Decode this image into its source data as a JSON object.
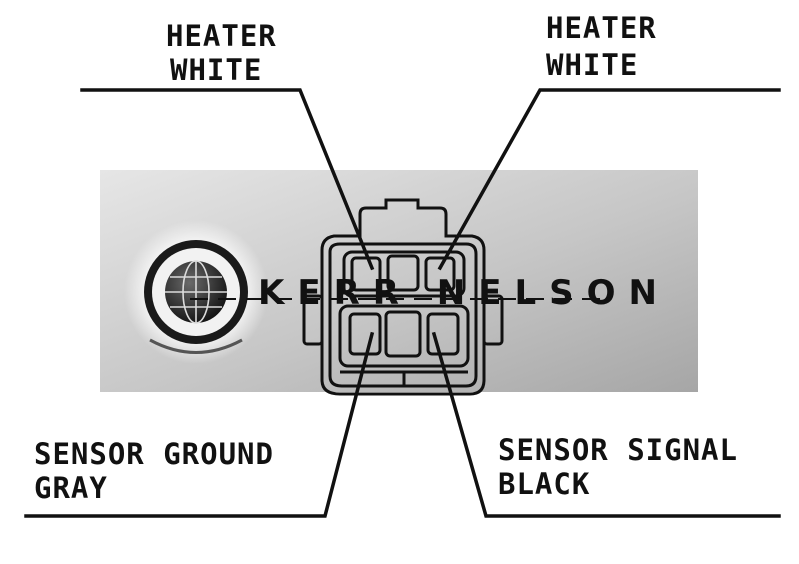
{
  "brand": {
    "name": "KERR NELSON"
  },
  "pins": {
    "heater_left": {
      "line1": "HEATER",
      "line2": "WHITE"
    },
    "heater_right": {
      "line1": "HEATER",
      "line2": "WHITE"
    },
    "sensor_ground": {
      "line1": "SENSOR GROUND",
      "line2": "GRAY"
    },
    "sensor_signal": {
      "line1": "SENSOR SIGNAL",
      "line2": "BLACK"
    }
  },
  "colors": {
    "ink": "#111111",
    "banner_light": "#e2e2e2",
    "banner_dark": "#a9a9a9"
  }
}
